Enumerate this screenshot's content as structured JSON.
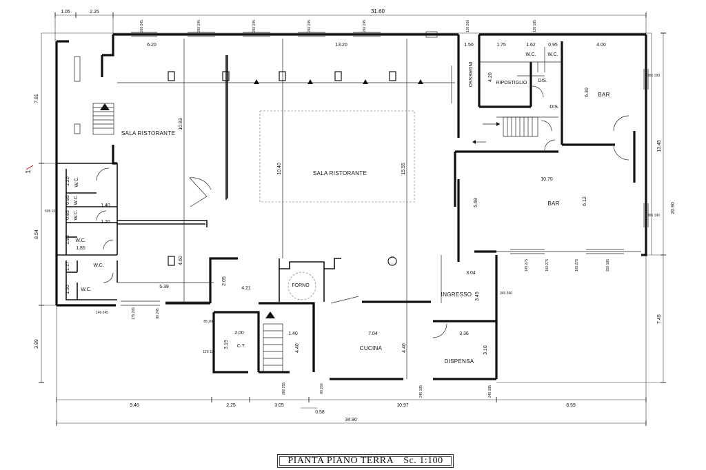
{
  "title": "PIANTA PIANO TERRA",
  "scale": "Sc. 1:100",
  "rooms": {
    "sala_left": "SALA RISTORANTE",
    "sala_center": "SALA RISTORANTE",
    "bar_top": "BAR",
    "bar_mid": "BAR",
    "ingresso_top": "INGRESSO",
    "ripostiglio": "RIPOSTIGLIO",
    "dis1": "DIS.",
    "dis2": "DIS.",
    "wc": "W.C.",
    "forno": "FORNO",
    "ingresso_bottom": "INGRESSO",
    "cucina": "CUCINA",
    "dispensa": "DISPENSA",
    "ct": "C.T."
  },
  "dims": {
    "top_1": "1.05",
    "top_2": "2.25",
    "top_total": "31.60",
    "bottom_1": "9.46",
    "bottom_2": "2.25",
    "bottom_3": "3.05",
    "bottom_4": "10.97",
    "bottom_5": "8.59",
    "bottom_sub": "0.58",
    "bottom_total": "34.90",
    "left_1": "7.81",
    "left_2": "8.54",
    "left_3": "3.89",
    "right_1": "13.45",
    "right_2": "20.90",
    "right_3": "7.45",
    "d_620": "6.20",
    "d_1320": "13.20",
    "d_150": "1.50",
    "d_175": "1.75",
    "d_162": "1.62",
    "d_095": "0.95",
    "d_400": "4.00",
    "d_420": "4.20",
    "d_630": "6.30",
    "d_1083": "10.83",
    "d_1040": "10.40",
    "d_1555": "15.55",
    "d_1070": "10.70",
    "d_569": "5.69",
    "d_612": "6.12",
    "d_120a": "1.20",
    "d_140a": "1.40",
    "d_120b": "1.20",
    "d_185a": "1.85",
    "d_085a": "0.85",
    "d_085b": "0.85",
    "d_185b": "1.85",
    "d_117": "1.17",
    "d_130": "1.30",
    "d_460": "4.60",
    "d_539": "5.39",
    "d_205": "2.05",
    "d_421": "4.21",
    "d_304": "3.04",
    "d_345": "3.45",
    "d_200": "2.00",
    "d_319": "3.19",
    "d_140b": "1.40",
    "d_440a": "4.40",
    "d_704": "7.04",
    "d_440b": "4.40",
    "d_336": "3.36",
    "d_310": "3.10"
  },
  "openings": {
    "w1": "260\n245",
    "w2": "260\n245",
    "w3": "260\n245",
    "w4": "260\n245",
    "w5": "260\n245",
    "w6": "120\n260",
    "w7": "135\n185",
    "w8": "365\n190",
    "w9": "365\n190",
    "w10": "505\n100",
    "w11": "145\n275",
    "w12": "160\n275",
    "w13": "165\n275",
    "w14": "255\n185",
    "w15": "345\n360",
    "w16": "140\n245",
    "w17": "175\n265",
    "w18": "90\n245",
    "w19": "85\n200",
    "w20": "120\n115",
    "w21": "260\n255",
    "w22": "80\n260",
    "w23": "245\n195",
    "w24": "245\n195"
  },
  "marks": {
    "section": "1"
  }
}
